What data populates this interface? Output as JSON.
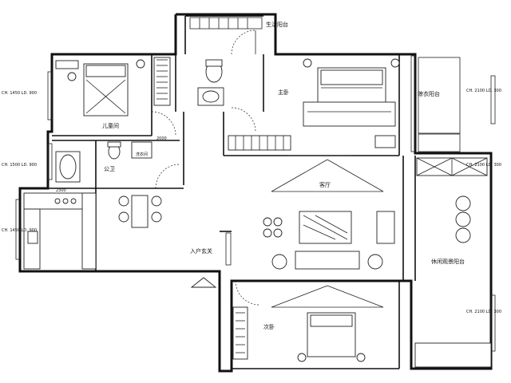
{
  "rooms": {
    "storage_balcony": "生活阳台",
    "master_bedroom": "主卧",
    "child_bedroom": "儿童间",
    "laundry": "晾衣阳台",
    "living_room": "客厅",
    "public_bath": "公卫",
    "kitchen_label": "洗衣间",
    "entrance": "入户玄关",
    "leisure_balcony": "休闲观景阳台",
    "second_bedroom": "次卧"
  },
  "dimensions": {
    "left_window_top": "CH. 1450\nLD. 900",
    "left_window_mid": "CH. 1500\nLD. 900",
    "left_window_low": "CH. 1450\nLD. 900",
    "right_window_top": "CH. 2100\nLD. 300",
    "right_window_mid": "CH. 2100\nLD. 300",
    "right_window_low": "CH. 2100\nLD. 300",
    "kitchen_width": "2300",
    "bath_width": "2000"
  }
}
